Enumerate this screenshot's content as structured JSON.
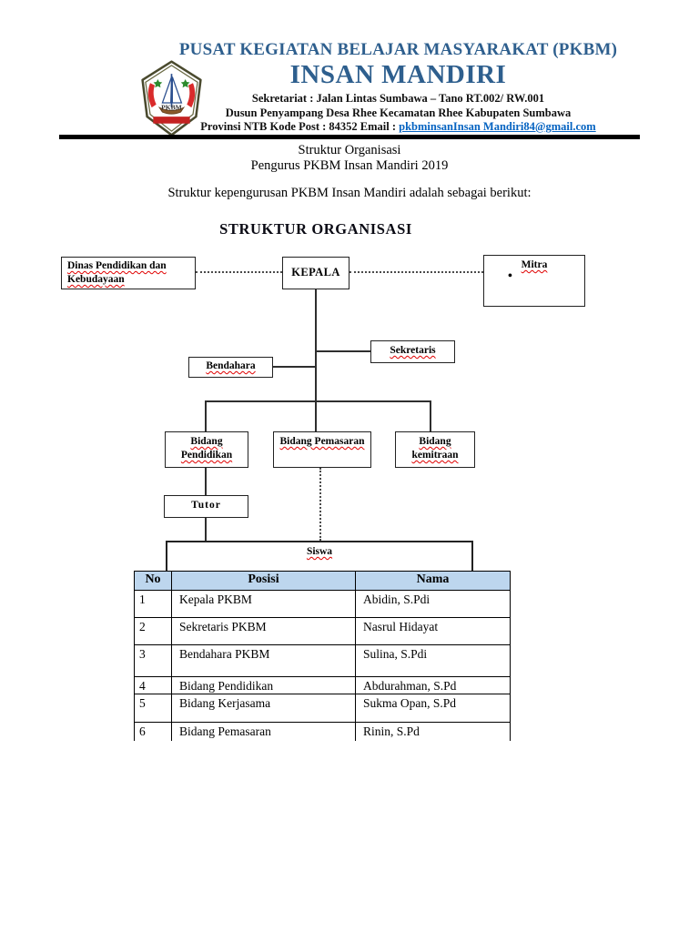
{
  "colors": {
    "title_blue": "#2E5F8E",
    "link_blue": "#0563C1",
    "table_header_bg": "#BDD6EE",
    "squiggle_red": "#E00000"
  },
  "header": {
    "logo_icon": "pkbm-logo",
    "logo_text": "PKBM",
    "org_line1": "PUSAT KEGIATAN BELAJAR MASYARAKAT (PKBM)",
    "org_name": "INSAN MANDIRI",
    "address_line1": "Sekretariat : Jalan Lintas Sumbawa – Tano RT.002/ RW.001",
    "address_line2": "Dusun Penyampang Desa Rhee Kecamatan Rhee Kabupaten Sumbawa",
    "address_line3_prefix": "Provinsi NTB Kode Post : 84352 Email : ",
    "email": "pkbminsanInsan Mandiri84@gmail.com"
  },
  "intro": {
    "line1": "Struktur Organisasi",
    "line2": "Pengurus PKBM Insan Mandiri 2019",
    "paragraph": "Struktur kepengurusan PKBM Insan Mandiri adalah sebagai berikut:",
    "chart_heading": "STRUKTUR ORGANISASI"
  },
  "org_chart": {
    "nodes": {
      "dinas": "Dinas Pendidikan dan Kebudayaan",
      "kepala": "KEPALA",
      "mitra": "Mitra",
      "mitra_bullet": "•",
      "sekretaris": "Sekretaris",
      "bendahara": "Bendahara",
      "bidang_pendidikan": "Bidang Pendidikan",
      "bidang_pemasaran": "Bidang Pemasaran",
      "bidang_kemitraan": "Bidang kemitraan",
      "tutor": "Tutor",
      "siswa": "Siswa"
    }
  },
  "table": {
    "headers": [
      "No",
      "Posisi",
      "Nama"
    ],
    "rows": [
      [
        "1",
        "Kepala PKBM",
        "Abidin, S.Pdi"
      ],
      [
        "2",
        "Sekretaris PKBM",
        "Nasrul Hidayat"
      ],
      [
        "3",
        "Bendahara PKBM",
        "Sulina, S.Pdi"
      ],
      [
        "4",
        "Bidang Pendidikan",
        "Abdurahman, S.Pd"
      ],
      [
        "5",
        "Bidang Kerjasama",
        "Sukma Opan, S.Pd"
      ],
      [
        "6",
        "Bidang Pemasaran",
        "Rinin, S.Pd"
      ]
    ]
  }
}
